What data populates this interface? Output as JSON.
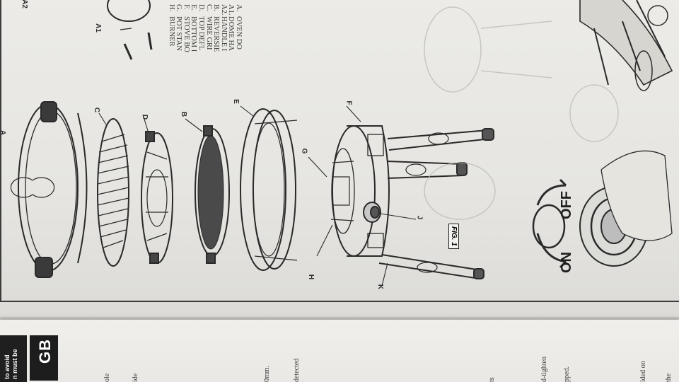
{
  "legend": [
    {
      "code": "A.",
      "text": "OVEN DO"
    },
    {
      "code": "A1.",
      "text": "DOME HA"
    },
    {
      "code": "A2.",
      "text": "HANDLE I"
    },
    {
      "code": "B.",
      "text": "REVERSIE"
    },
    {
      "code": "C.",
      "text": "WIRE GRI"
    },
    {
      "code": "D.",
      "text": "TOP DEFL"
    },
    {
      "code": "E.",
      "text": "BOTTOM I"
    },
    {
      "code": "F.",
      "text": "STOVE BO"
    },
    {
      "code": "G.",
      "text": "POT STAN"
    },
    {
      "code": "H.",
      "text": "BURNER"
    }
  ],
  "part_labels": {
    "a": "A",
    "a1": "A1",
    "a2": "A2",
    "b": "B",
    "c": "C",
    "d": "D",
    "e": "E",
    "f": "F",
    "g": "G",
    "h": "H",
    "j": "J",
    "k": "K"
  },
  "figure_label": "FIG. 1",
  "knob": {
    "on_label": "ON",
    "off_label": "OFF"
  },
  "bottom_page": {
    "badge": "GB",
    "warning_lines": [
      "to avoid",
      "n must be"
    ],
    "fragments": [
      "ole",
      "ide",
      "0mm.",
      "detected",
      "ts",
      "d-tighten",
      "pped.",
      "ided on",
      "the"
    ]
  }
}
